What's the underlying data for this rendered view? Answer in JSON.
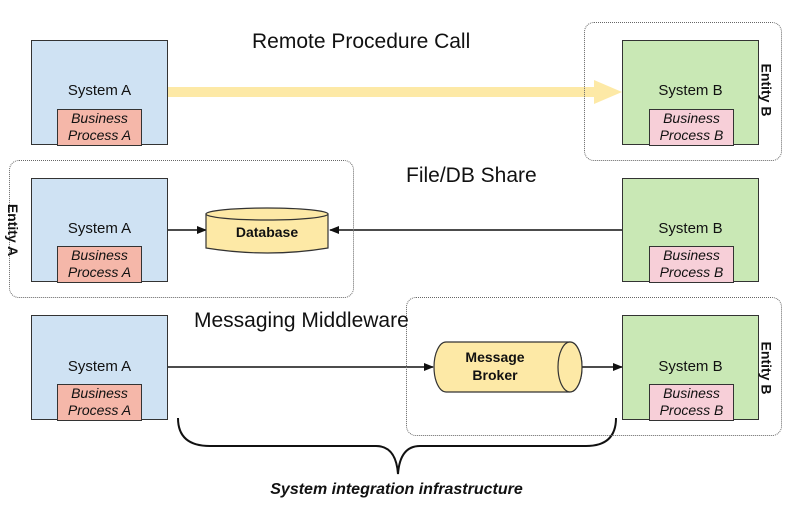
{
  "titles": {
    "rpc": "Remote Procedure Call",
    "file_db": "File/DB Share",
    "messaging": "Messaging Middleware"
  },
  "system_a": {
    "label": "System A",
    "process_line1": "Business",
    "process_line2": "Process A"
  },
  "system_b": {
    "label": "System B",
    "process_line1": "Business",
    "process_line2": "Process B"
  },
  "entities": {
    "a": "Entity A",
    "b": "Entity B"
  },
  "database": {
    "label": "Database"
  },
  "broker": {
    "line1": "Message",
    "line2": "Broker"
  },
  "caption": "System integration infrastructure",
  "colors": {
    "system_a_fill": "#cfe2f3",
    "system_b_fill": "#c9e8b5",
    "process_a_fill": "#f5b7a9",
    "process_b_fill": "#f7cfd8",
    "storage_fill": "#fde9a6",
    "rpc_arrow": "#fde9a6"
  }
}
